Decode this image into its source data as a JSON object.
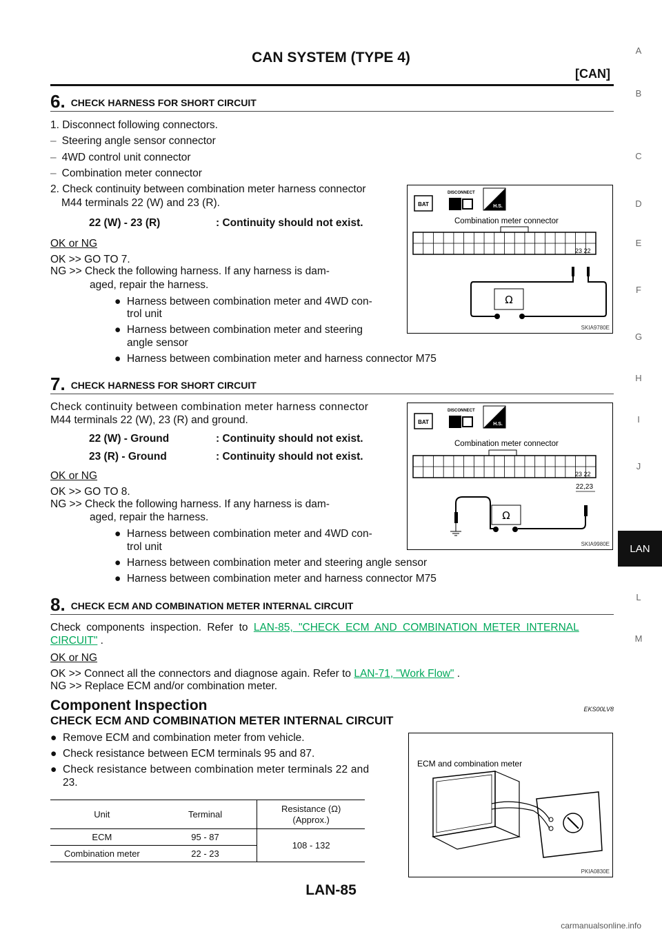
{
  "header": {
    "title": "CAN SYSTEM (TYPE 4)",
    "section": "[CAN]"
  },
  "side_tabs": [
    "A",
    "B",
    "C",
    "D",
    "E",
    "F",
    "G",
    "H",
    "I",
    "J",
    "LAN",
    "L",
    "M"
  ],
  "step6": {
    "num": "6.",
    "title": "CHECK HARNESS FOR SHORT CIRCUIT",
    "l1": "1. Disconnect following connectors.",
    "d1": "Steering angle sensor connector",
    "d2": "4WD control unit connector",
    "d3": "Combination meter connector",
    "l2a": "2. Check continuity between combination meter harness connector",
    "l2b": "M44 terminals 22 (W) and 23 (R).",
    "spec_term": "22 (W) - 23 (R)",
    "spec_val": ": Continuity should not exist.",
    "okng": "OK or NG",
    "ok": "OK   >> GO TO 7.",
    "ng_a": "NG   >> Check the following harness. If any harness is dam-",
    "ng_b": "aged, repair the harness.",
    "b1a": "Harness between combination meter and 4WD con-",
    "b1b": "trol unit",
    "b2a": "Harness between combination meter and steering",
    "b2b": "angle sensor",
    "b3": "Harness between combination meter and harness connector M75",
    "fig_label": "Combination meter connector",
    "fig_pins": "23 22",
    "fig_code": "SKIA9780E"
  },
  "step7": {
    "num": "7.",
    "title": "CHECK HARNESS FOR SHORT CIRCUIT",
    "l1a": "Check continuity between combination meter harness connector",
    "l1b": "M44 terminals 22 (W), 23 (R) and ground.",
    "spec1_term": "22 (W) - Ground",
    "spec1_val": ": Continuity should not exist.",
    "spec2_term": "23 (R) - Ground",
    "spec2_val": ": Continuity should not exist.",
    "okng": "OK or NG",
    "ok": "OK   >> GO TO 8.",
    "ng_a": "NG   >> Check the following harness. If any harness is dam-",
    "ng_b": "aged, repair the harness.",
    "b1a": "Harness between combination meter and 4WD con-",
    "b1b": "trol unit",
    "b2": "Harness between combination meter and steering angle sensor",
    "b3": "Harness between combination meter and harness connector M75",
    "fig_label": "Combination meter connector",
    "fig_pins": "23 22",
    "fig_pins2": "22,23",
    "fig_code": "SKIA9980E"
  },
  "step8": {
    "num": "8.",
    "title": "CHECK ECM AND COMBINATION METER INTERNAL CIRCUIT",
    "l1": "Check components inspection. Refer to",
    "link1a": "LAN-85, \"CHECK ECM AND COMBINATION METER INTERNAL",
    "link1b": "CIRCUIT\"",
    "after": " .",
    "okng": "OK or NG",
    "ok_pre": "OK   >> Connect all the connectors and diagnose again. Refer to",
    "ok_link": "LAN-71, \"Work Flow\"",
    "ok_post": " .",
    "ng": "NG   >> Replace ECM and/or combination meter."
  },
  "component": {
    "title": "Component Inspection",
    "code": "EKS00LV8",
    "subtitle": "CHECK ECM AND COMBINATION METER INTERNAL CIRCUIT",
    "b1": "Remove ECM and combination meter from vehicle.",
    "b2": "Check resistance between ECM terminals 95 and 87.",
    "b3a": "Check resistance between combination meter terminals 22 and",
    "b3b": "23.",
    "fig_label": "ECM and combination meter",
    "fig_code": "PKIA0830E",
    "table": {
      "h_unit": "Unit",
      "h_terminal": "Terminal",
      "h_res1": "Resistance (Ω)",
      "h_res2": "(Approx.)",
      "r1_unit": "ECM",
      "r1_term": "95 - 87",
      "r2_unit": "Combination meter",
      "r2_term": "22 - 23",
      "res": "108 - 132"
    }
  },
  "footer": {
    "page": "LAN-85"
  },
  "watermark": "carmanualsonline.info",
  "icons": {
    "bat": "BAT",
    "disconnect": "DISCONNECT",
    "hs": "H.S.",
    "ohm": "Ω"
  }
}
